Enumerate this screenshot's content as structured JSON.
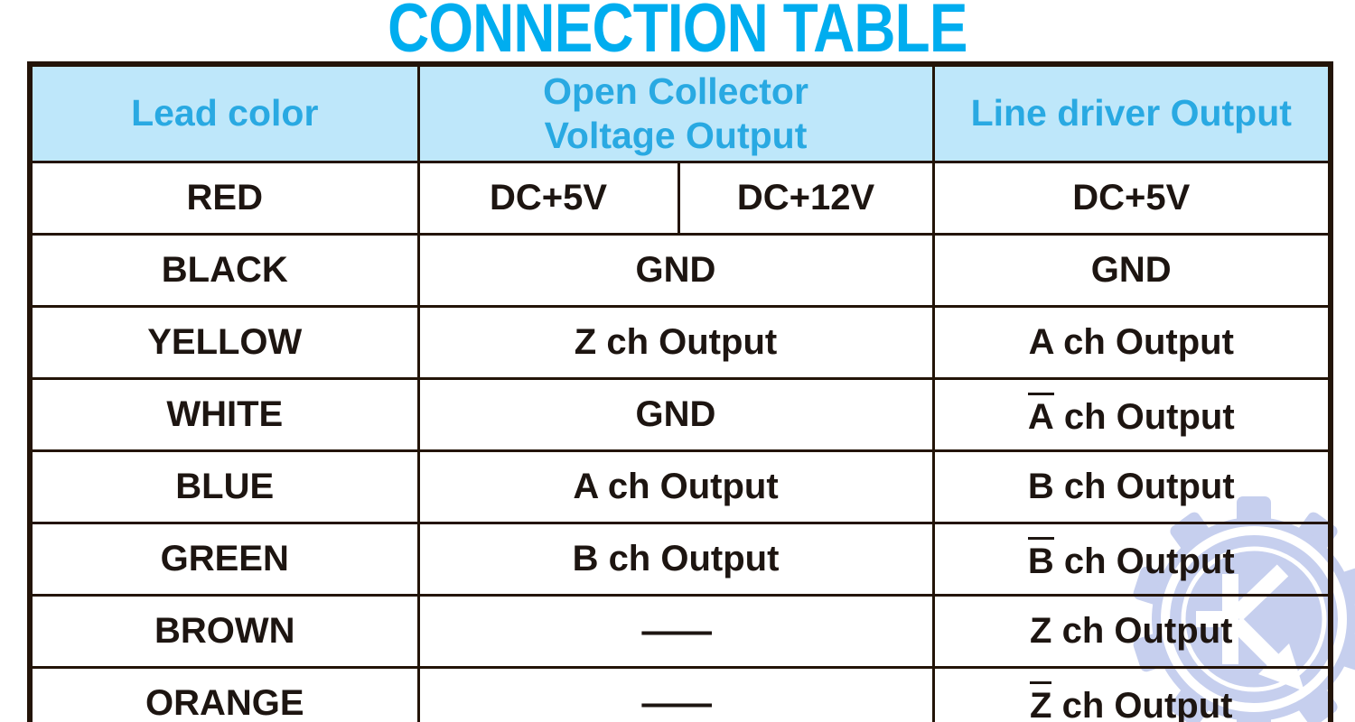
{
  "page": {
    "title": "CONNECTION TABLE"
  },
  "colors": {
    "title_cyan": "#00adef",
    "cell_cyan": "#29a9e2",
    "header_bg": "#bee7fa",
    "border_dark": "#231408",
    "text_dark": "#1d1511",
    "watermark_blue": "#c6cfee"
  },
  "table": {
    "col_headers": {
      "lead": "Lead color",
      "open_collector_line1": "Open Collector",
      "open_collector_line2": "Voltage Output",
      "line_driver": "Line driver Output"
    },
    "rows": [
      {
        "lead": "RED",
        "oc_5v": "DC+5V",
        "oc_12v": "DC+12V",
        "ld_first": "",
        "ld_rest": "DC+5V"
      },
      {
        "lead": "BLACK",
        "oc": "GND",
        "ld_first": "",
        "ld_rest": "GND"
      },
      {
        "lead": "YELLOW",
        "oc": "Z ch Output",
        "ld_first": "",
        "ld_rest": "A ch Output"
      },
      {
        "lead": "WHITE",
        "oc": "GND",
        "ld_first": "A",
        "ld_rest": " ch Output"
      },
      {
        "lead": "BLUE",
        "oc": "A ch Output",
        "ld_first": "",
        "ld_rest": "B ch Output"
      },
      {
        "lead": "GREEN",
        "oc": "B ch Output",
        "ld_first": "B",
        "ld_rest": " ch Output"
      },
      {
        "lead": "BROWN",
        "oc": "——",
        "ld_first": "",
        "ld_rest": "Z ch Output"
      },
      {
        "lead": "ORANGE",
        "oc": "——",
        "ld_first": "Z",
        "ld_rest": " ch Output"
      }
    ]
  },
  "watermark": {
    "icon": "gear-k-arrow-logo"
  }
}
